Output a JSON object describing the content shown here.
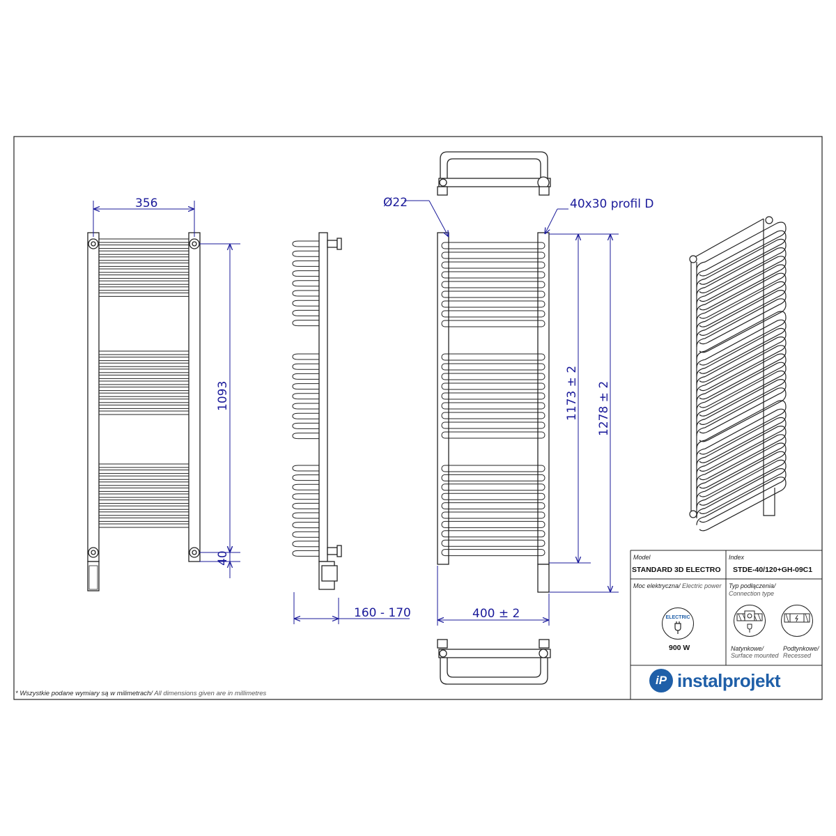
{
  "dimensions": {
    "front_width": "356",
    "front_height": "1093",
    "front_bottom": "40",
    "side_depth": "160 - 170",
    "pipe_diameter": "Ø22",
    "profile": "40x30 profil D",
    "height_inner": "1173 ± 2",
    "height_total": "1278 ± 2",
    "width_total": "400 ± 2"
  },
  "title_block": {
    "model_label": "Model",
    "model_value": "STANDARD 3D ELECTRO",
    "index_label": "Index",
    "index_value": "STDE-40/120+GH-09C1",
    "power_label_pl": "Moc elektryczna/",
    "power_label_en": " Electric power",
    "power_badge": "ELECTRIC",
    "power_value": "900 W",
    "connection_label_pl": "Typ podłączenia/",
    "connection_label_en": "Connection type",
    "surface_pl": "Natynkowe/",
    "surface_en": "Surface mounted",
    "recessed_pl": "Podtynkowe/",
    "recessed_en": "Recessed",
    "brand": "instalprojekt",
    "brand_logo": "iP"
  },
  "footnote": {
    "pl": "* Wszystkie podane wymiary są w milimetrach/",
    "en": " All dimensions given are in millimetres"
  },
  "colors": {
    "line": "#222222",
    "dimension": "#1a1a9a",
    "brand": "#1f5fa8"
  },
  "icons": [
    "electric-plug-icon",
    "surface-socket-icon",
    "recessed-socket-icon",
    "instalprojekt-logo"
  ]
}
